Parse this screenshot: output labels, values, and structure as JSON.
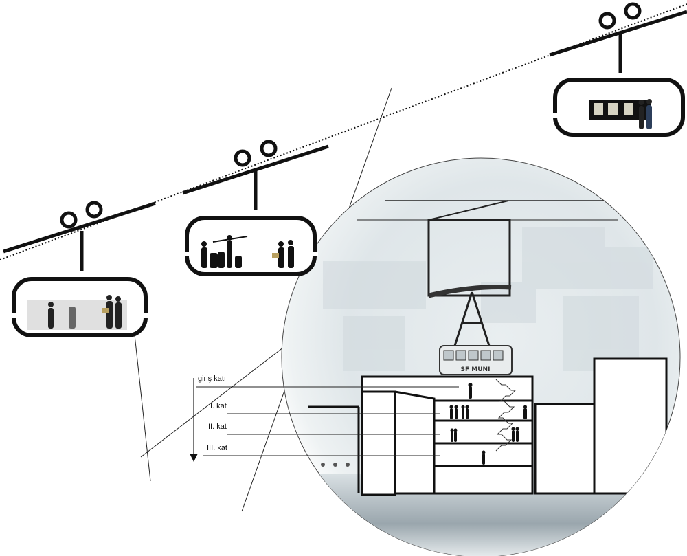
{
  "floors": [
    {
      "label": "giriş katı"
    },
    {
      "label": "I. kat"
    },
    {
      "label": "II. kat"
    },
    {
      "label": "III. kat"
    }
  ],
  "cabin_sign": "SF MUNI",
  "colors": {
    "line": "#111111",
    "cable": "#1a1a1a",
    "bubble_fill": "#e3eaed",
    "bubble_edge": "#f7f9fa"
  }
}
